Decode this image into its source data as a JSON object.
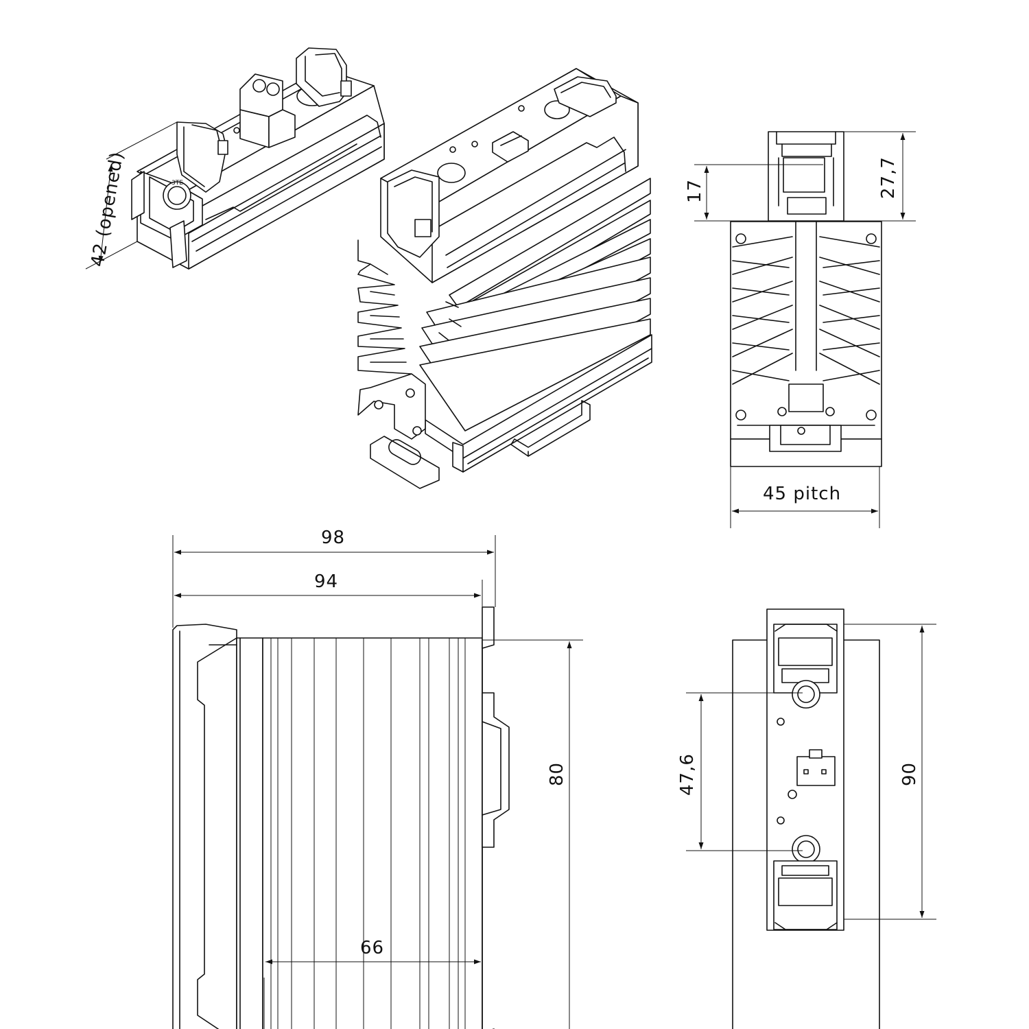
{
  "dimensions": {
    "opened_height": "42 (opened)",
    "module_height_top": "27,7",
    "clip_height": "17",
    "pitch": "45 pitch",
    "overall_depth": "98",
    "housing_depth": "94",
    "heatsink_depth": "66",
    "side_height": "80",
    "front_height": "90",
    "mounting_spacing": "47,6"
  },
  "terminal_marking": "3TE"
}
